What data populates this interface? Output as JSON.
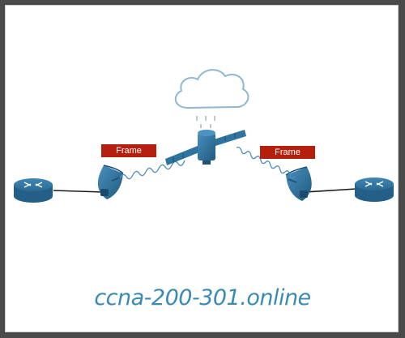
{
  "labels": {
    "frame_left": "Frame",
    "frame_right": "Frame"
  },
  "watermark": "ccna-200-301.online",
  "colors": {
    "device_blue": "#2a6a94",
    "frame_label_bg": "#b5200e",
    "cloud_outline": "#8fb7d1",
    "signal_wave": "#4d8cc2",
    "watermark": "#3a8ab4"
  },
  "icons": [
    "router-icon",
    "satellite-dish-icon",
    "satellite-icon",
    "cloud-icon"
  ]
}
